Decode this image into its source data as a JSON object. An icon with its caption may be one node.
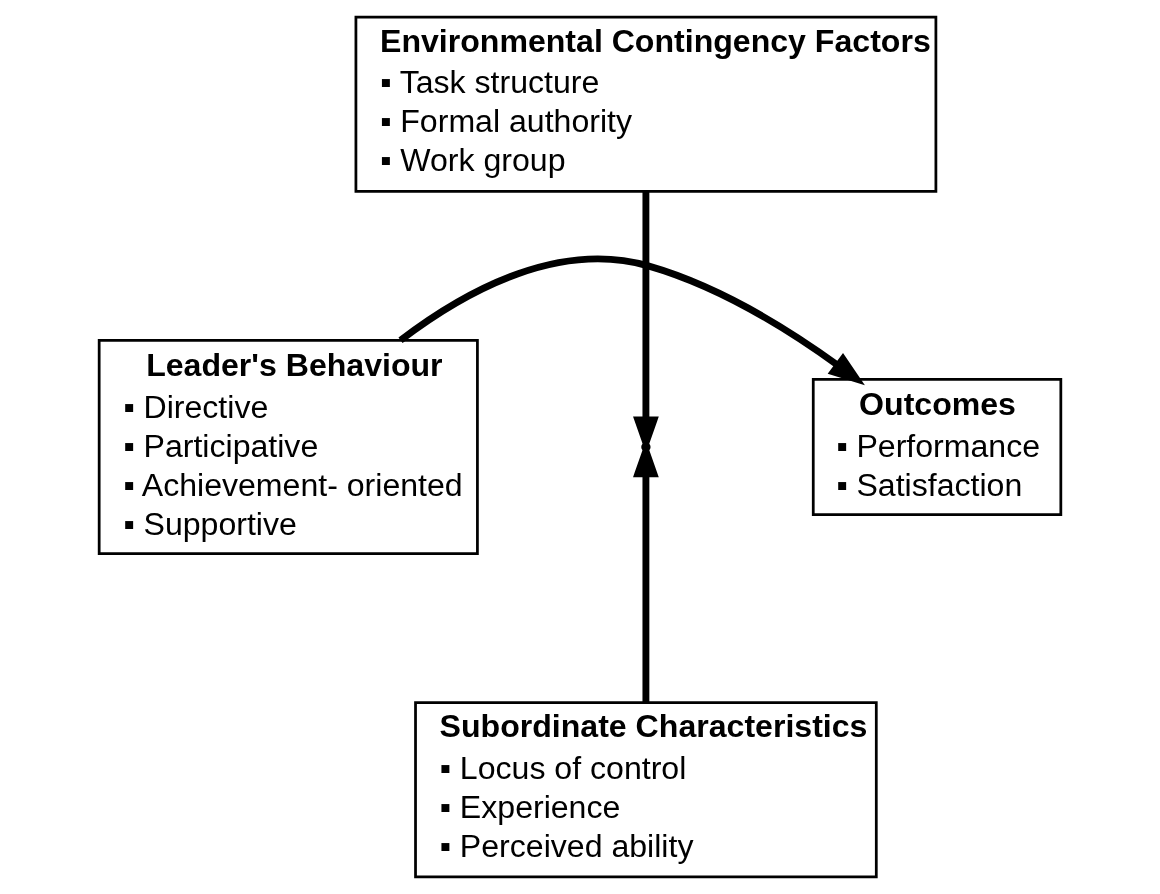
{
  "diagram": {
    "nodes": [
      {
        "text": [
          "Environmental Contingency Factors",
          "▪ Task structure",
          "▪ Formal authority",
          "▪ Work group"
        ]
      },
      {
        "text": [
          "Leader's Behaviour",
          "▪ Directive",
          "▪ Participative",
          "▪ Achievement- oriented",
          "▪ Supportive"
        ]
      },
      {
        "text": [
          "Outcomes",
          "▪ Performance",
          "▪ Satisfaction"
        ]
      },
      {
        "text": [
          "Subordinate Characteristics",
          "▪ Locus of control",
          "▪ Experience",
          "▪ Perceived ability"
        ]
      }
    ],
    "edges": [
      {
        "from": 1,
        "to": 2,
        "arrow": "to"
      },
      {
        "from": 0,
        "to": null,
        "arrow": "to"
      },
      {
        "from": 3,
        "to": null,
        "arrow": "to"
      }
    ]
  }
}
